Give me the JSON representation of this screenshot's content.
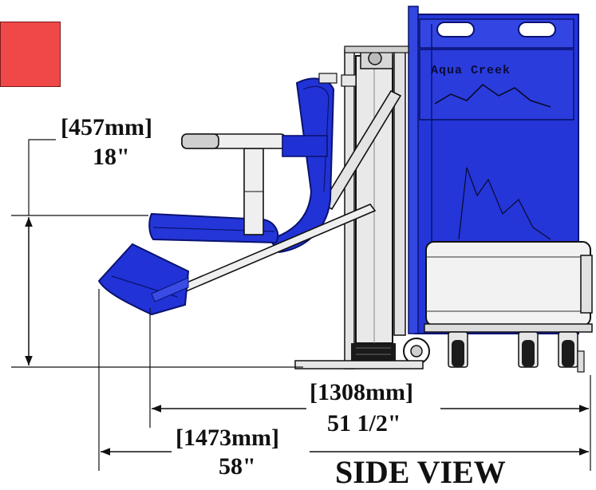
{
  "colors": {
    "accent_red": "#f04848",
    "lift_blue": "#1f2fd6",
    "lift_blue_dark": "#0d1a8a",
    "frame_gray": "#d8d8d8",
    "line_black": "#111111"
  },
  "brand": {
    "logo_text": "Aqua Creek"
  },
  "dimensions": {
    "seat_height": {
      "metric": "[457mm]",
      "imperial": "18\""
    },
    "inner_length": {
      "metric": "[1308mm]",
      "imperial": "51 1/2\""
    },
    "overall_length": {
      "metric": "[1473mm]",
      "imperial": "58\""
    }
  },
  "view_label": "SIDE VIEW"
}
